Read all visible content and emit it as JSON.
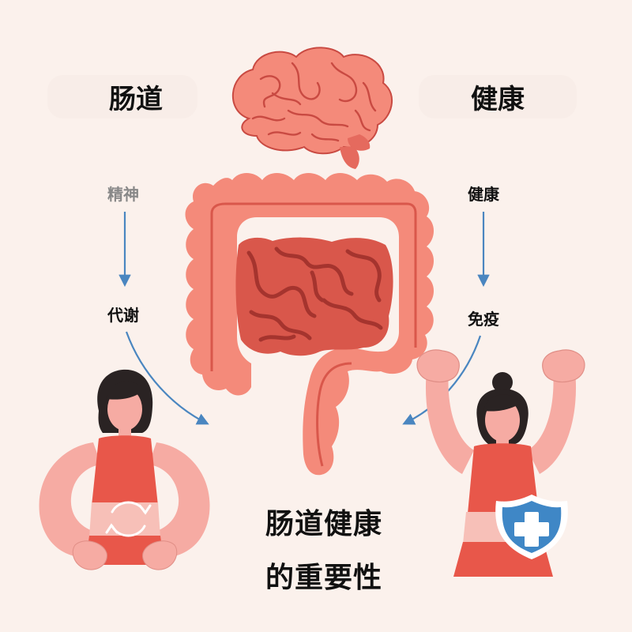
{
  "top_left_heading": "肠道",
  "top_right_heading": "健康",
  "left_flow": [
    "精神",
    "代谢"
  ],
  "right_flow": [
    "健康",
    "免疫"
  ],
  "title_line1": "肠道健康",
  "title_line2": "的重要性",
  "colors": {
    "background": "#fbf1ec",
    "organ": "#f48a7a",
    "organ_dark": "#c94a42",
    "skin": "#f6aba3",
    "shirt": "#e8574a",
    "hair": "#2a2323",
    "arrow": "#4a86c0",
    "shield": "#3f87c6"
  },
  "icons": [
    "brain-icon",
    "intestine-icon",
    "rotation-icon",
    "shield-cross-icon"
  ]
}
